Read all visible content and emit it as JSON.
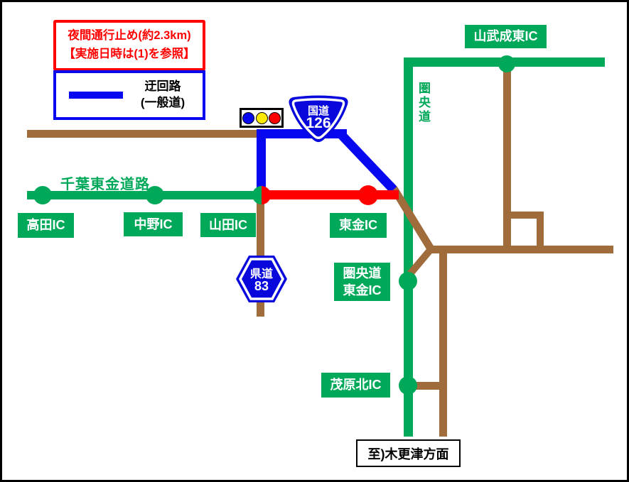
{
  "warning_box": {
    "line1": "夜間通行止め(約2.3km)",
    "line2": "【実施日時は(1)を参照】"
  },
  "legend_box": {
    "label_line1": "迂回路",
    "label_line2": "(一般道)"
  },
  "road_names": {
    "chiba_togane_road": "千葉東金道路",
    "kenodo_expressway": "圏央道"
  },
  "route_signs": {
    "national_route": {
      "type_label": "国道",
      "number": "126"
    },
    "prefectural_route": {
      "type_label": "県道",
      "number": "83"
    }
  },
  "interchanges": {
    "takada": "高田IC",
    "nakano": "中野IC",
    "yamada": "山田IC",
    "togane": "東金IC",
    "sanbu_naruto": "山武成東IC",
    "kenodo_togane_line1": "圏央道",
    "kenodo_togane_line2": "東金IC",
    "mobara_kita": "茂原北IC"
  },
  "destination_box": {
    "label": "至)木更津方面"
  },
  "colors": {
    "road_green": "#00A85A",
    "road_brown": "#A06C3C",
    "detour_blue": "#0808F0",
    "closure_red": "#FF0000",
    "sign_blue": "#0808DC",
    "signal_yellow": "#FFEB00",
    "label_text": "#FFFFFF"
  }
}
